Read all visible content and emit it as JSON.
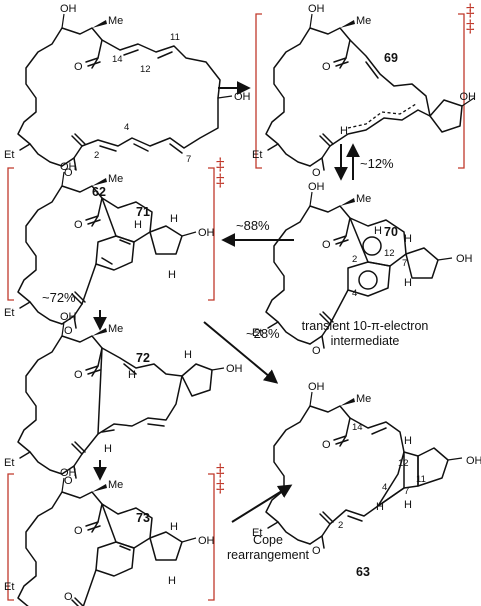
{
  "compounds": {
    "c62": "62",
    "c69": "69",
    "c70": "70",
    "c71": "71",
    "c72": "72",
    "c73": "73",
    "c63": "63"
  },
  "atoms": {
    "oh": "OH",
    "me": "Me",
    "et": "Et",
    "o": "O",
    "h": "H"
  },
  "locants": {
    "n2": "2",
    "n4": "4",
    "n7": "7",
    "n11": "11",
    "n12": "12",
    "n14": "14"
  },
  "yields": {
    "to70": "~12%",
    "to71": "~88%",
    "to72": "~72%",
    "to63": "~28%"
  },
  "notes": {
    "transient_line1": "transient 10-π-electron",
    "transient_line2": "intermediate",
    "cope_line1": "Cope",
    "cope_line2": "rearrangement"
  },
  "marks": {
    "dagger": "‡"
  },
  "colors": {
    "bracket": "#c0392b",
    "ink": "#111111"
  }
}
